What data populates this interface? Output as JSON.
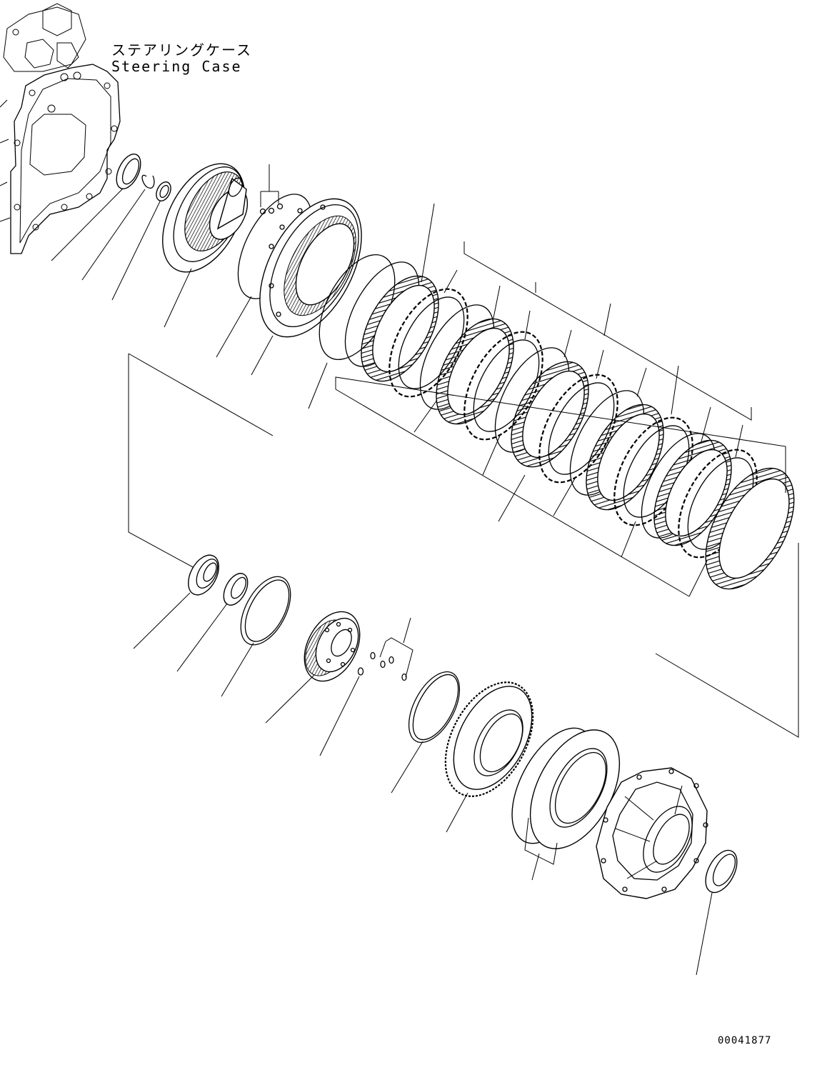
{
  "labels": {
    "case_jp": "ステアリングケース",
    "case_en": "Steering Case",
    "drawing_number": "00041877"
  }
}
